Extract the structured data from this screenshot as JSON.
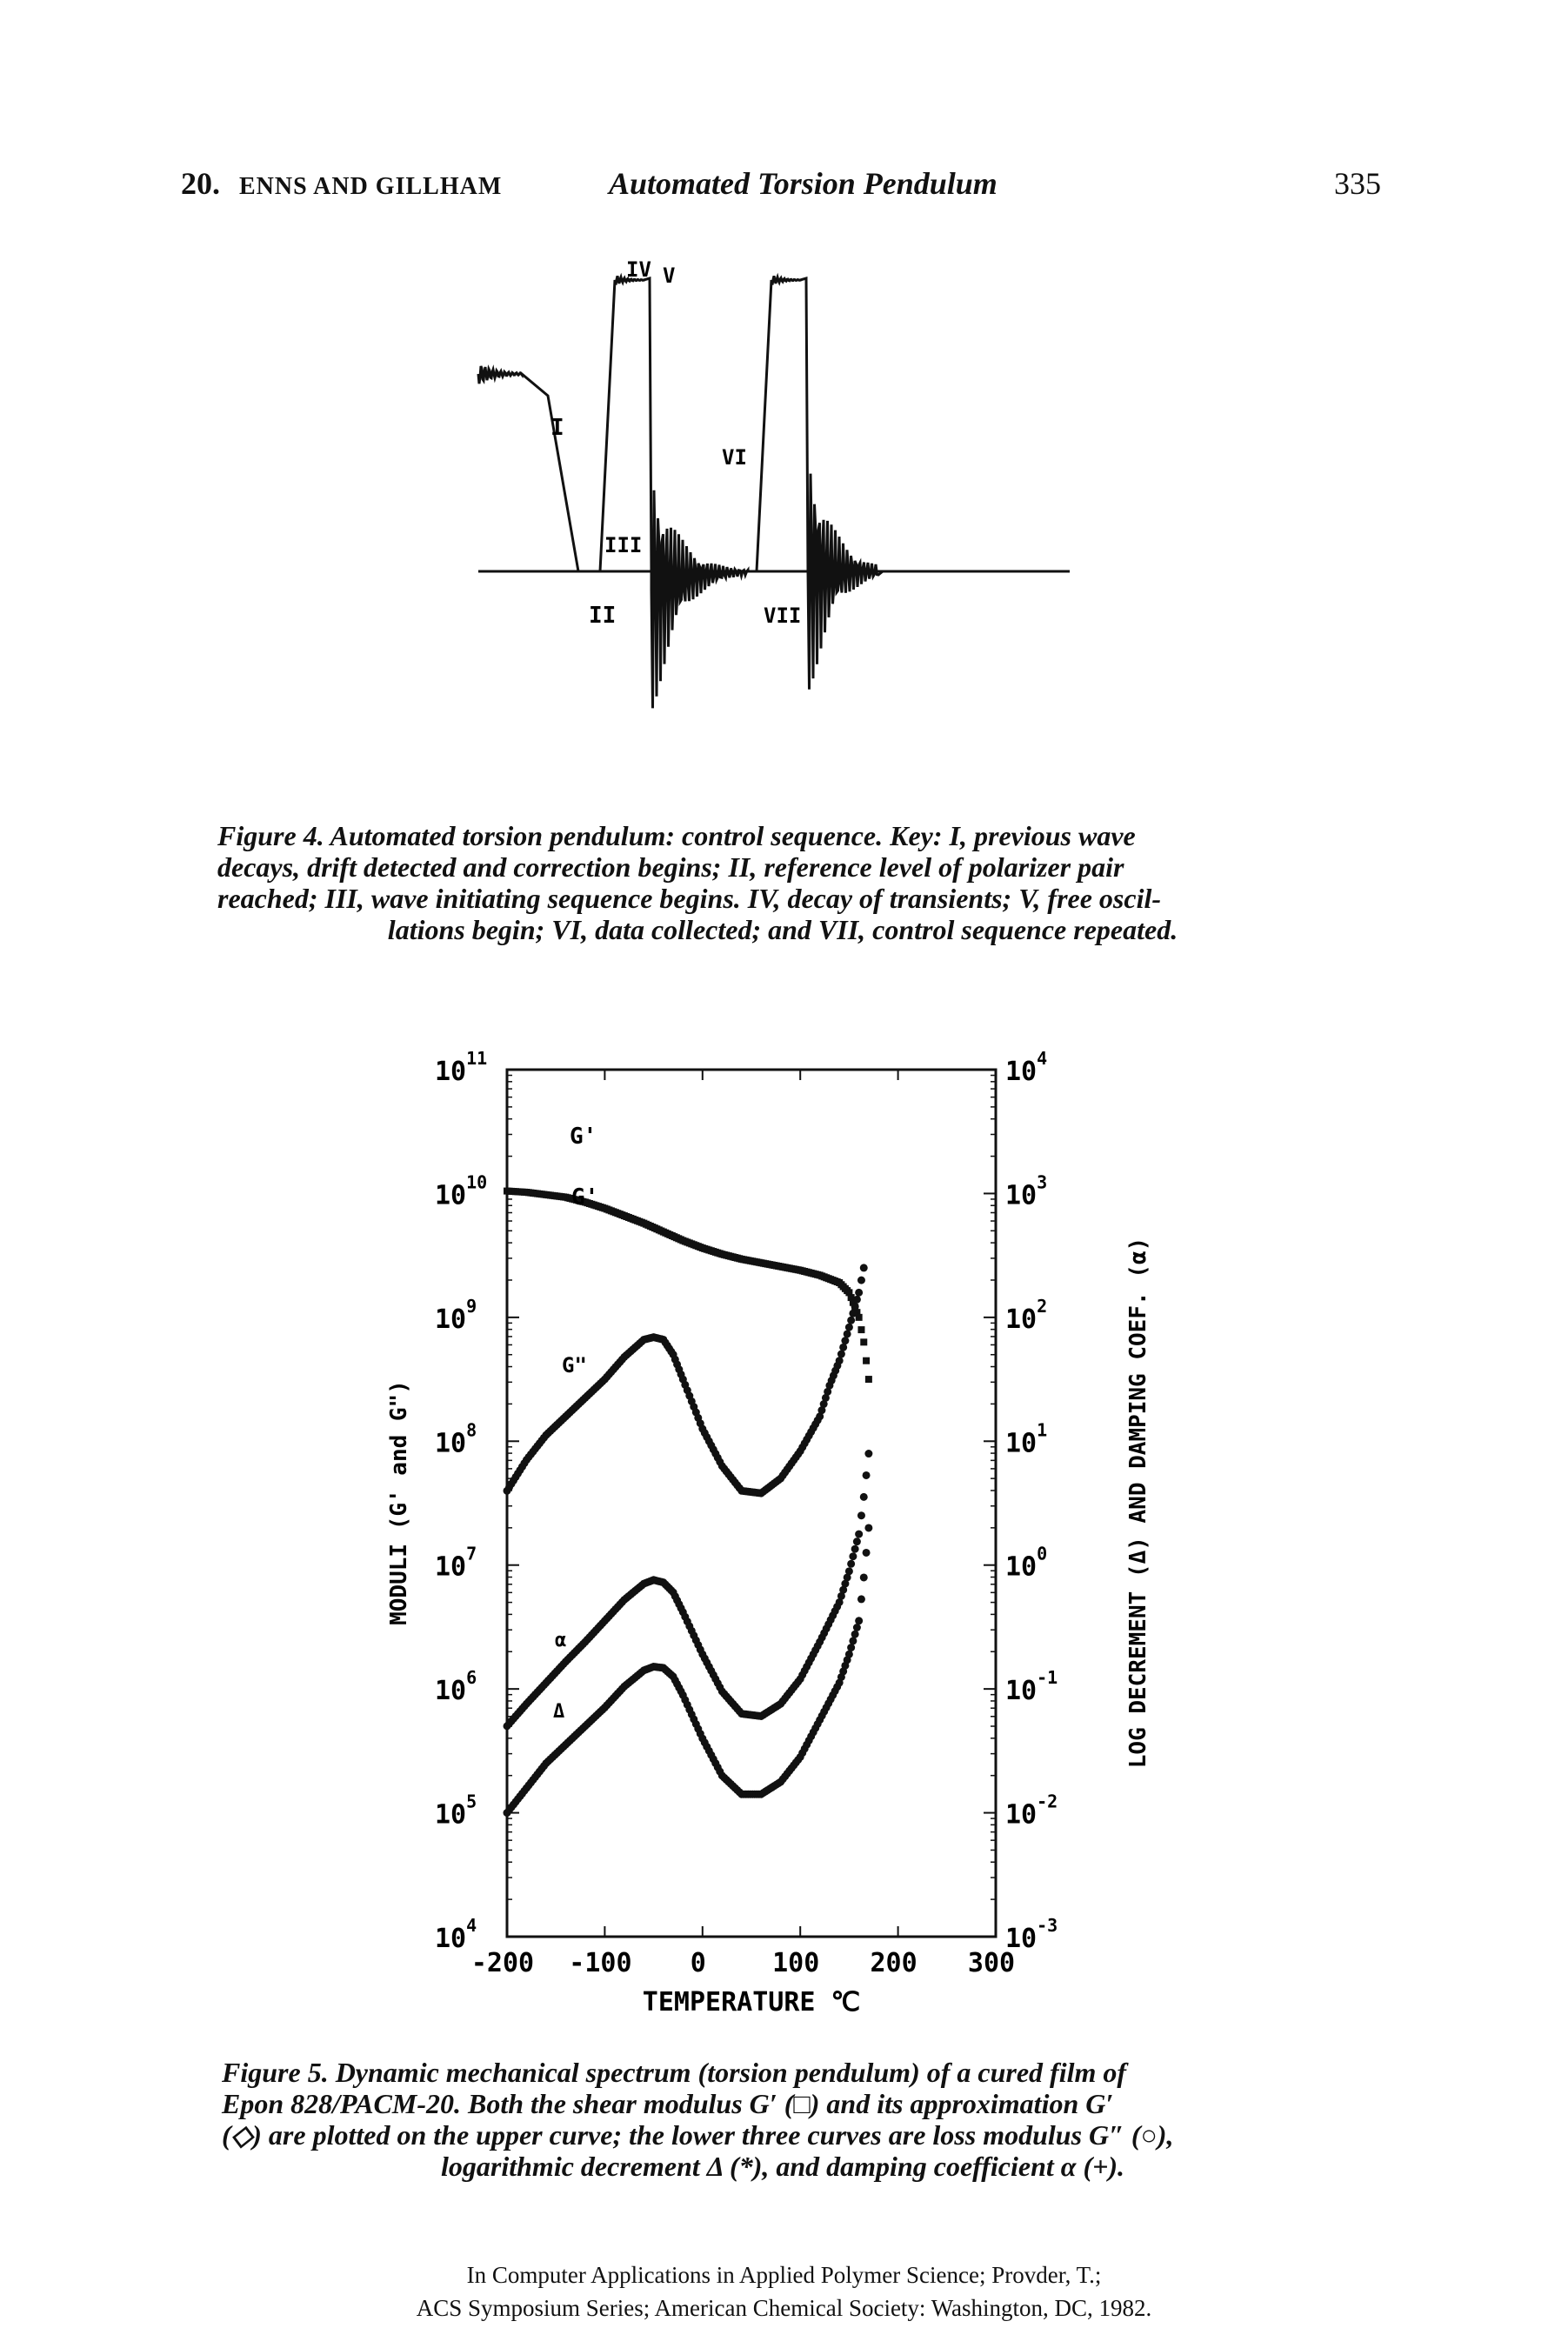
{
  "header": {
    "chapter_number": "20.",
    "authors": "ENNS AND GILLHAM",
    "running_title": "Automated Torsion Pendulum",
    "page_number": "335"
  },
  "figure4": {
    "labels": {
      "i": "I",
      "ii": "II",
      "iii": "III",
      "iv": "IV",
      "v": "V",
      "vi": "VI",
      "vii": "VII"
    },
    "caption_lines": [
      "Figure 4.   Automated torsion pendulum: control sequence.  Key: I, previous wave",
      "decays, drift detected and correction begins; II, reference level of polarizer pair",
      "reached; III, wave initiating sequence begins.  IV, decay of transients; V, free oscil-",
      "lations begin; VI, data collected; and VII, control sequence repeated."
    ]
  },
  "figure5": {
    "caption_lines": [
      "Figure 5.  Dynamic mechanical spectrum (torsion pendulum) of a cured film of",
      "Epon 828/PACM-20.  Both the shear modulus G′ (□) and its approximation G′",
      "(◇) are plotted on the upper curve; the lower three curves are loss modulus G″ (○),",
      "logarithmic decrement Δ (*), and damping coefficient α (+)."
    ]
  },
  "chart_data": {
    "type": "scatter",
    "title": "",
    "xlabel": "TEMPERATURE ℃",
    "ylabel_left": "MODULI (G' and G\")",
    "ylabel_right": "LOG DECREMENT (Δ) AND DAMPING COEF. (α)",
    "xlim": [
      -200,
      300
    ],
    "ylim_left_log10": [
      4,
      11
    ],
    "ylim_right_log10": [
      -3,
      4
    ],
    "x_ticks": [
      "-200",
      "-100",
      "0",
      "100",
      "200",
      "300"
    ],
    "y_left_ticks": [
      "10^4",
      "10^5",
      "10^6",
      "10^7",
      "10^8",
      "10^9",
      "10^10",
      "10^11"
    ],
    "y_right_ticks": [
      "10^-3",
      "10^-2",
      "10^-1",
      "10^0",
      "10^1",
      "10^2",
      "10^3",
      "10^4"
    ],
    "curve_labels": [
      "G'",
      "G'",
      "G\"",
      "α",
      "Δ"
    ],
    "series": [
      {
        "name": "G'",
        "axis": "left",
        "marker": "square",
        "x": [
          -200,
          -180,
          -160,
          -140,
          -120,
          -100,
          -80,
          -60,
          -40,
          -20,
          0,
          20,
          40,
          60,
          80,
          100,
          120,
          140,
          150,
          160,
          165,
          170
        ],
        "y_log10": [
          10.02,
          10.01,
          9.99,
          9.97,
          9.93,
          9.88,
          9.82,
          9.76,
          9.69,
          9.62,
          9.56,
          9.51,
          9.47,
          9.44,
          9.41,
          9.38,
          9.34,
          9.28,
          9.2,
          9.0,
          8.8,
          8.5
        ]
      },
      {
        "name": "G\"",
        "axis": "left",
        "marker": "circle",
        "x": [
          -200,
          -180,
          -160,
          -140,
          -120,
          -100,
          -80,
          -60,
          -50,
          -40,
          -30,
          -20,
          0,
          20,
          40,
          60,
          80,
          100,
          120,
          130,
          140,
          150,
          160,
          165
        ],
        "y_log10": [
          7.6,
          7.85,
          8.05,
          8.2,
          8.35,
          8.5,
          8.68,
          8.82,
          8.84,
          8.82,
          8.7,
          8.5,
          8.1,
          7.8,
          7.6,
          7.58,
          7.7,
          7.92,
          8.2,
          8.45,
          8.65,
          8.92,
          9.2,
          9.4
        ]
      },
      {
        "name": "Δ",
        "axis": "right",
        "marker": "asterisk",
        "x": [
          -200,
          -180,
          -160,
          -140,
          -120,
          -100,
          -80,
          -60,
          -50,
          -40,
          -30,
          -20,
          0,
          20,
          40,
          60,
          80,
          100,
          120,
          140,
          150,
          160,
          165,
          170
        ],
        "y_log10": [
          -2.0,
          -1.8,
          -1.6,
          -1.45,
          -1.3,
          -1.15,
          -0.98,
          -0.85,
          -0.82,
          -0.83,
          -0.9,
          -1.05,
          -1.4,
          -1.7,
          -1.85,
          -1.85,
          -1.75,
          -1.55,
          -1.25,
          -0.95,
          -0.72,
          -0.45,
          -0.1,
          0.3
        ]
      },
      {
        "name": "α",
        "axis": "right",
        "marker": "plus",
        "x": [
          -200,
          -180,
          -160,
          -140,
          -120,
          -100,
          -80,
          -60,
          -50,
          -40,
          -30,
          -20,
          0,
          20,
          40,
          60,
          80,
          100,
          120,
          140,
          150,
          160,
          165,
          170
        ],
        "y_log10": [
          -1.3,
          -1.12,
          -0.95,
          -0.78,
          -0.62,
          -0.45,
          -0.28,
          -0.15,
          -0.12,
          -0.14,
          -0.22,
          -0.38,
          -0.72,
          -1.02,
          -1.2,
          -1.22,
          -1.12,
          -0.92,
          -0.62,
          -0.3,
          -0.05,
          0.25,
          0.55,
          0.9
        ]
      }
    ]
  },
  "footer": {
    "line1": "In Computer Applications in Applied Polymer Science; Provder, T.;",
    "line2": "ACS Symposium Series; American Chemical Society: Washington, DC, 1982."
  }
}
